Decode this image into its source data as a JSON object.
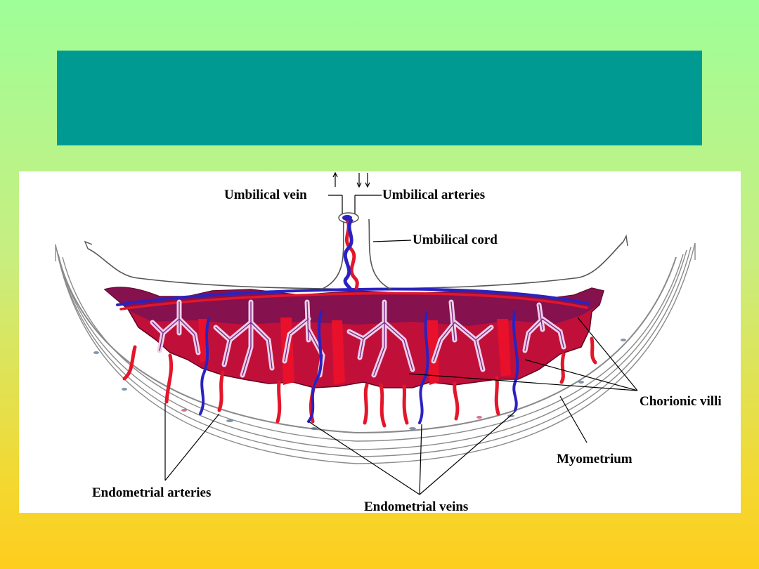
{
  "slide": {
    "title": ""
  },
  "diagram": {
    "labels": {
      "umbilical_vein": "Umbilical vein",
      "umbilical_arteries": "Umbilical arteries",
      "umbilical_cord": "Umbilical cord",
      "chorionic_villi": "Chorionic villi",
      "myometrium": "Myometrium",
      "endometrial_arteries": "Endometrial arteries",
      "endometrial_veins": "Endometrial veins"
    },
    "colors": {
      "background_top": "#9efe98",
      "background_bottom": "#fecd1e",
      "title_band": "#009a93",
      "maternal_blood": "#e8102a",
      "placenta_dark": "#8a1050",
      "vein_blue": "#2a22c0",
      "artery_red": "#e3162a"
    }
  }
}
